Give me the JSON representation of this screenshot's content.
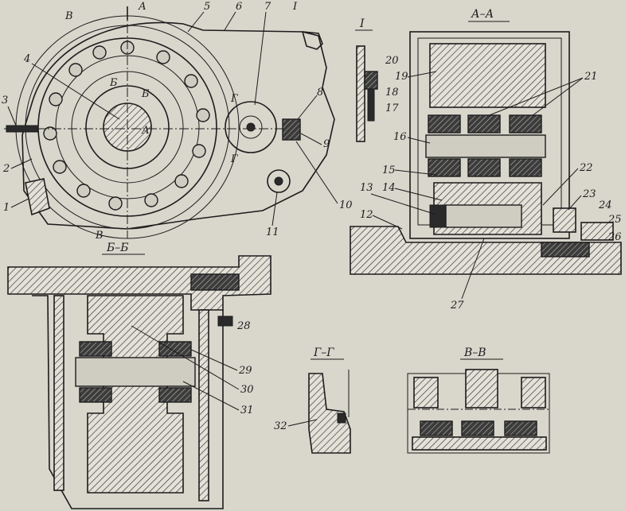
{
  "sections": {
    "aa": "А–А",
    "bb": "Б–Б",
    "vv": "В–В",
    "gg": "Г–Г",
    "detail_one": "I"
  },
  "markers": {
    "a_top": "А",
    "a_center": "А",
    "b_upper": "Б",
    "b_lower": "Б",
    "v_upper": "В",
    "v_lower": "В",
    "g_upper": "Г",
    "g_lower": "Г",
    "one": "I"
  },
  "callouts": {
    "c1": "1",
    "c2": "2",
    "c3": "3",
    "c4": "4",
    "c5": "5",
    "c6": "6",
    "c7": "7",
    "c8": "8",
    "c9": "9",
    "c10": "10",
    "c11": "11",
    "c12": "12",
    "c13": "13",
    "c14": "14",
    "c15": "15",
    "c16": "16",
    "c17": "17",
    "c18": "18",
    "c19": "19",
    "c20": "20",
    "c21": "21",
    "c22": "22",
    "c23": "23",
    "c24": "24",
    "c25": "25",
    "c26": "26",
    "c27": "27",
    "c28": "28",
    "c29": "29",
    "c30": "30",
    "c31": "31",
    "c32": "32"
  }
}
